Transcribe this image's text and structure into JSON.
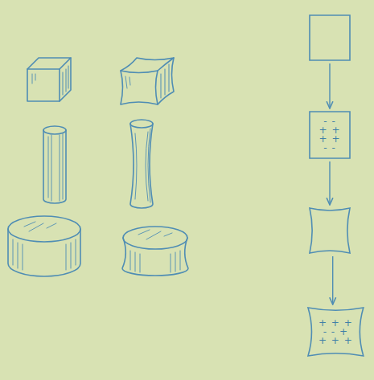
{
  "diagram": {
    "nodes": [
      {
        "text": []
      },
      {
        "text": [
          "- -",
          "+ +",
          "+ +",
          "- -"
        ]
      },
      {
        "text": []
      },
      {
        "text": [
          "+ + +",
          "- - +",
          "+ + +"
        ]
      }
    ],
    "edges": [
      {
        "from": 0,
        "to": 1,
        "arrow": "to"
      },
      {
        "from": 1,
        "to": 2,
        "arrow": "to"
      },
      {
        "from": 2,
        "to": 3,
        "arrow": "to"
      }
    ]
  }
}
